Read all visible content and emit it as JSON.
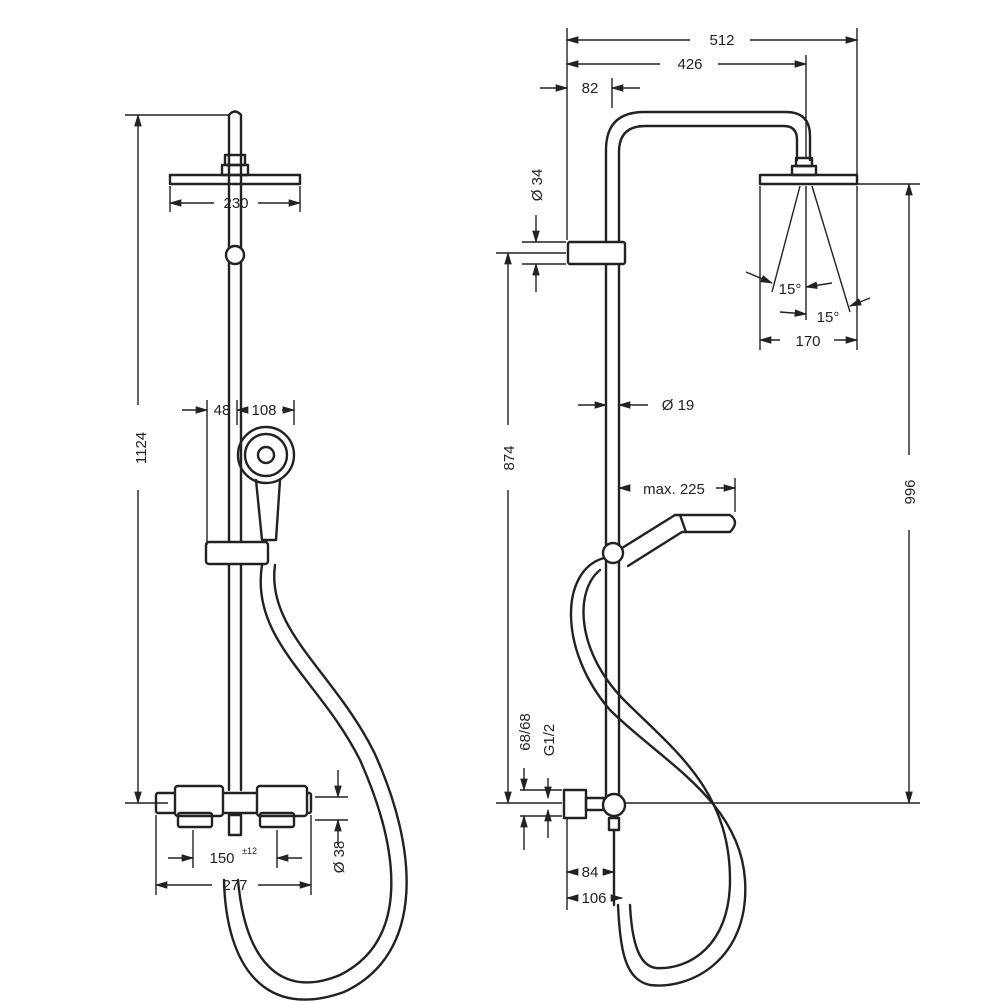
{
  "dimensions": {
    "left_total_height": "1124",
    "left_head_width": "230",
    "left_handshower_offset": "48",
    "left_handshower_width": "108",
    "left_mixer_centers": "150",
    "left_mixer_centers_tolerance": "±12",
    "left_mixer_width": "277",
    "left_outlet_diameter": "Ø 38",
    "right_overall_width": "512",
    "right_arm_reach": "426",
    "right_wall_offset": "82",
    "right_bracket_diameter": "Ø 34",
    "right_rail_diameter": "Ø 19",
    "right_height_to_bracket": "874",
    "right_height_to_head": "996",
    "right_spray_angle_left": "15°",
    "right_spray_angle_right": "15°",
    "right_head_width": "170",
    "right_handshower_reach": "max. 225",
    "right_mixer_connection": "68/68",
    "right_thread": "G1/2",
    "right_depth_84": "84",
    "right_depth_106": "106"
  }
}
